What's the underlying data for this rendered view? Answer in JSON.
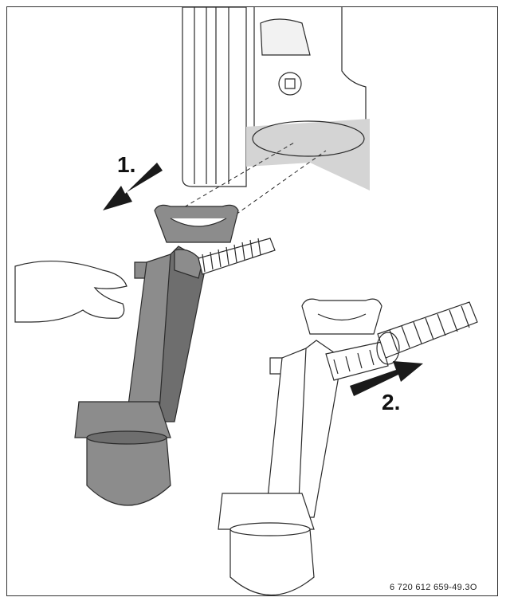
{
  "steps": {
    "step1": "1.",
    "step2": "2."
  },
  "reference_code": "6 720 612 659-49.3O",
  "colors": {
    "stroke": "#2a2a2a",
    "siphon_grey": "#8c8c8c",
    "siphon_dark": "#6e6e6e",
    "shadow": "#d4d4d4",
    "arrow": "#1a1a1a"
  }
}
